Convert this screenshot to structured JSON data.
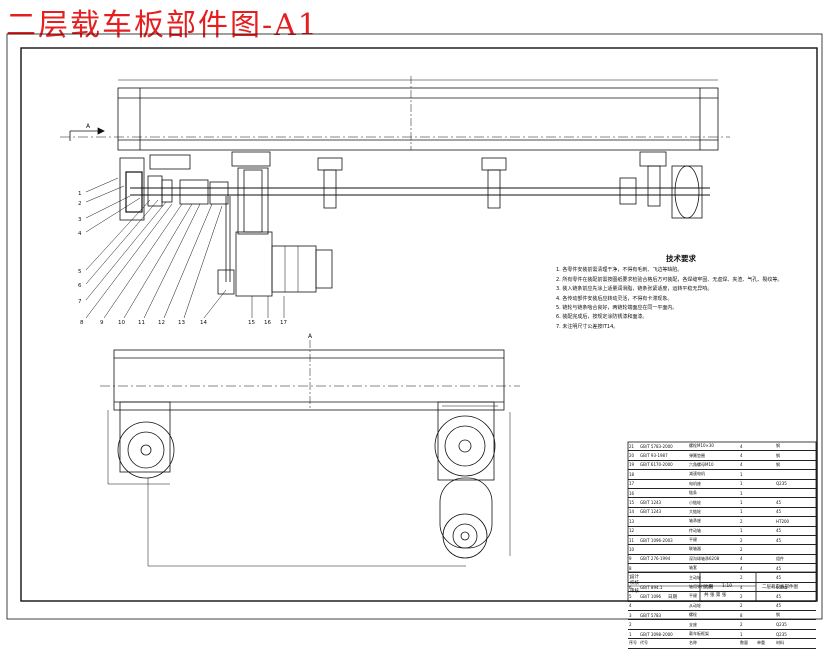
{
  "title": "二层载车板部件图-A1",
  "notes": {
    "heading": "技术要求",
    "lines": [
      "1. 各零件安装前需清理干净，不得有毛刺、飞边等缺陷。",
      "2. 所有零件在装配前需按图纸要求检验合格后方可装配，各焊缝牢固、无虚焊、夹渣、气孔、裂纹等。",
      "3. 装入链条前应先涂上适量润滑脂，链条张紧适度，运转平稳无异响。",
      "4. 各传动部件安装后应转动灵活，不得有卡滞现象。",
      "5. 链轮与链条啮合良好，两链轮端面应在同一平面内。",
      "6. 装配完成后，按规定涂防锈漆和面漆。",
      "7. 未注明尺寸公差按IT14。"
    ]
  },
  "section_marks": [
    "A",
    "A"
  ],
  "balloons": [
    "1",
    "2",
    "3",
    "4",
    "5",
    "6",
    "7",
    "8",
    "9",
    "10",
    "11",
    "12",
    "13",
    "14",
    "15",
    "16",
    "17"
  ],
  "bom_rows": [
    [
      "21",
      "GB/T 5783-2000",
      "螺栓M10×30",
      "4",
      "",
      "钢"
    ],
    [
      "20",
      "GB/T 93-1987",
      "弹簧垫圈",
      "4",
      "",
      "钢"
    ],
    [
      "19",
      "GB/T 6170-2000",
      "六角螺母M10",
      "4",
      "",
      "钢"
    ],
    [
      "18",
      "",
      "减速电机",
      "1",
      "",
      ""
    ],
    [
      "17",
      "",
      "电机座",
      "1",
      "",
      "Q235"
    ],
    [
      "16",
      "",
      "链条",
      "1",
      "",
      ""
    ],
    [
      "15",
      "GB/T 1243",
      "小链轮",
      "1",
      "",
      "45"
    ],
    [
      "14",
      "GB/T 1243",
      "大链轮",
      "1",
      "",
      "45"
    ],
    [
      "13",
      "",
      "轴承座",
      "2",
      "",
      "HT200"
    ],
    [
      "12",
      "",
      "传动轴",
      "1",
      "",
      "45"
    ],
    [
      "11",
      "GB/T 1096-2003",
      "平键",
      "2",
      "",
      "45"
    ],
    [
      "10",
      "",
      "联轴器",
      "2",
      "",
      ""
    ],
    [
      "9",
      "GB/T 276-1994",
      "深沟球轴承6208",
      "4",
      "",
      "组件"
    ],
    [
      "8",
      "",
      "轴套",
      "4",
      "",
      "45"
    ],
    [
      "7",
      "",
      "主动轮",
      "2",
      "",
      "45"
    ],
    [
      "6",
      "GB/T 894.1",
      "轴用弹性挡圈",
      "4",
      "",
      "65Mn"
    ],
    [
      "5",
      "GB/T 1096",
      "平键",
      "2",
      "",
      "45"
    ],
    [
      "4",
      "",
      "从动轮",
      "2",
      "",
      "45"
    ],
    [
      "3",
      "GB/T 5783",
      "螺栓",
      "8",
      "",
      "钢"
    ],
    [
      "2",
      "",
      "支座",
      "2",
      "",
      "Q235"
    ],
    [
      "1",
      "GB/T 3098-2000",
      "载车板框架",
      "1",
      "",
      "Q235"
    ]
  ],
  "bom_header": [
    "序号",
    "代号",
    "名称",
    "数量",
    "单重",
    "材料"
  ],
  "title_block": {
    "designer": "设计",
    "checker": "校核",
    "approver": "审核",
    "scale_label": "比例",
    "scale": "1:10",
    "sheet": "共 张 第 张",
    "drawing_name": "二层载车板部件图",
    "date_label": "日期"
  }
}
